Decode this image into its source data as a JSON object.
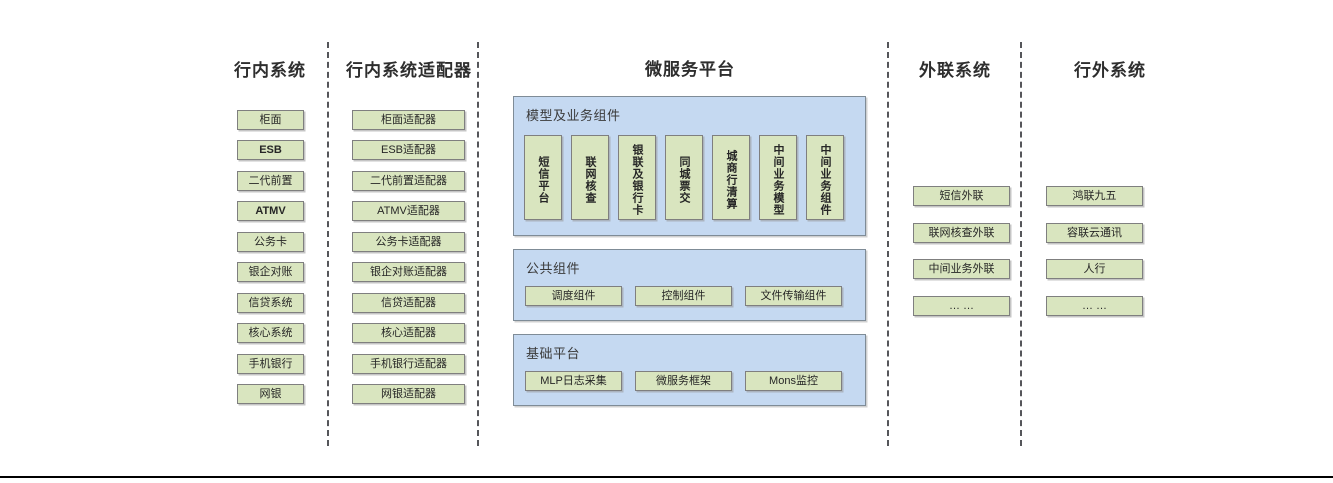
{
  "diagram": {
    "columns": [
      {
        "id": "internal-systems",
        "title": "行内系统",
        "nodes": [
          "柜面",
          "ESB",
          "二代前置",
          "ATMV",
          "公务卡",
          "银企对账",
          "信贷系统",
          "核心系统",
          "手机银行",
          "网银"
        ]
      },
      {
        "id": "internal-system-adapters",
        "title": "行内系统适配器",
        "nodes": [
          "柜面适配器",
          "ESB适配器",
          "二代前置适配器",
          "ATMV适配器",
          "公务卡适配器",
          "银企对账适配器",
          "信贷适配器",
          "核心适配器",
          "手机银行适配器",
          "网银适配器"
        ]
      },
      {
        "id": "microservice-platform",
        "title": "微服务平台",
        "panels": [
          {
            "id": "model-business-components",
            "title": "模型及业务组件",
            "nodes": [
              "短信平台",
              "联网核查",
              "银联及银行卡",
              "同城票交",
              "城商行清算",
              "中间业务模型",
              "中间业务组件"
            ]
          },
          {
            "id": "public-components",
            "title": "公共组件",
            "nodes": [
              "调度组件",
              "控制组件",
              "文件传输组件"
            ]
          },
          {
            "id": "base-platform",
            "title": "基础平台",
            "nodes": [
              "MLP日志采集",
              "微服务框架",
              "Mons监控"
            ]
          }
        ]
      },
      {
        "id": "external-link-systems",
        "title": "外联系统",
        "nodes": [
          "短信外联",
          "联网核查外联",
          "中间业务外联",
          "… …"
        ]
      },
      {
        "id": "outside-bank-systems",
        "title": "行外系统",
        "nodes": [
          "鸿联九五",
          "容联云通讯",
          "人行",
          "… …"
        ]
      }
    ],
    "colors": {
      "node_fill": "#d9e5bf",
      "node_border": "#7f7f7f",
      "panel_fill": "#c5d9f1",
      "panel_border": "#7f8c97",
      "title_text": "#2e2e2e",
      "divider": "#55565a",
      "background": "#ffffff"
    }
  }
}
